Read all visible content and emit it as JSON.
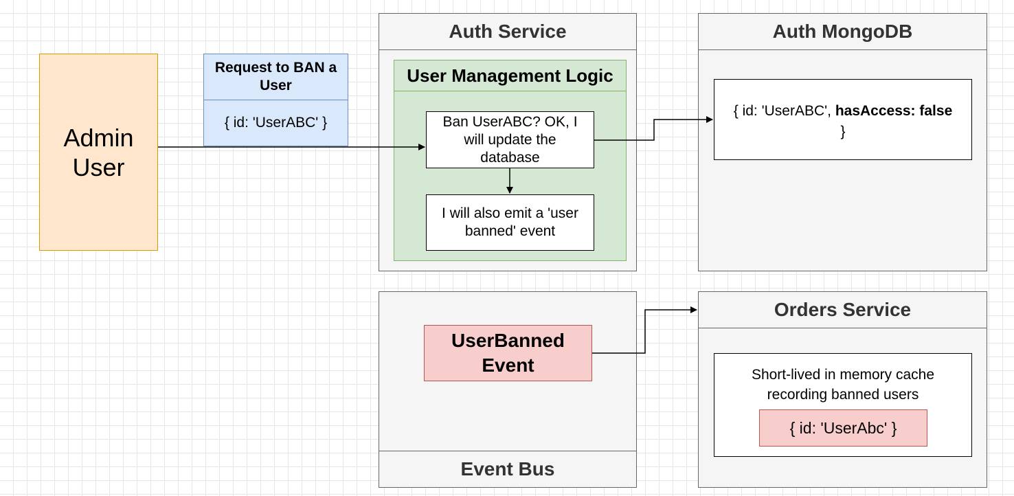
{
  "admin": {
    "label": "Admin User"
  },
  "request": {
    "title": "Request to BAN a User",
    "body": "{ id: 'UserABC' }"
  },
  "auth_service": {
    "title": "Auth Service",
    "logic": {
      "title": "User Management Logic",
      "step_update": "Ban UserABC?  OK, I will update the database",
      "step_emit": "I will also emit a 'user banned' event"
    }
  },
  "auth_db": {
    "title": "Auth MongoDB",
    "record_prefix": "{ id: 'UserABC', ",
    "record_bold": "hasAccess: false",
    "record_suffix": "}"
  },
  "event_bus": {
    "title": "Event Bus",
    "event": "UserBanned Event"
  },
  "orders_service": {
    "title": "Orders Service",
    "cache_label": "Short-lived in memory cache recording banned users",
    "cache_entry": "{ id: 'UserAbc' }"
  },
  "colors": {
    "admin_fill": "#ffe6cc",
    "admin_stroke": "#d79b00",
    "request_fill": "#dae8fc",
    "request_stroke": "#6c8ebf",
    "logic_fill": "#d5e8d4",
    "logic_stroke": "#82b366",
    "event_fill": "#f8cecc",
    "event_stroke": "#b85450",
    "container_fill": "#f5f5f5",
    "container_stroke": "#666666"
  }
}
